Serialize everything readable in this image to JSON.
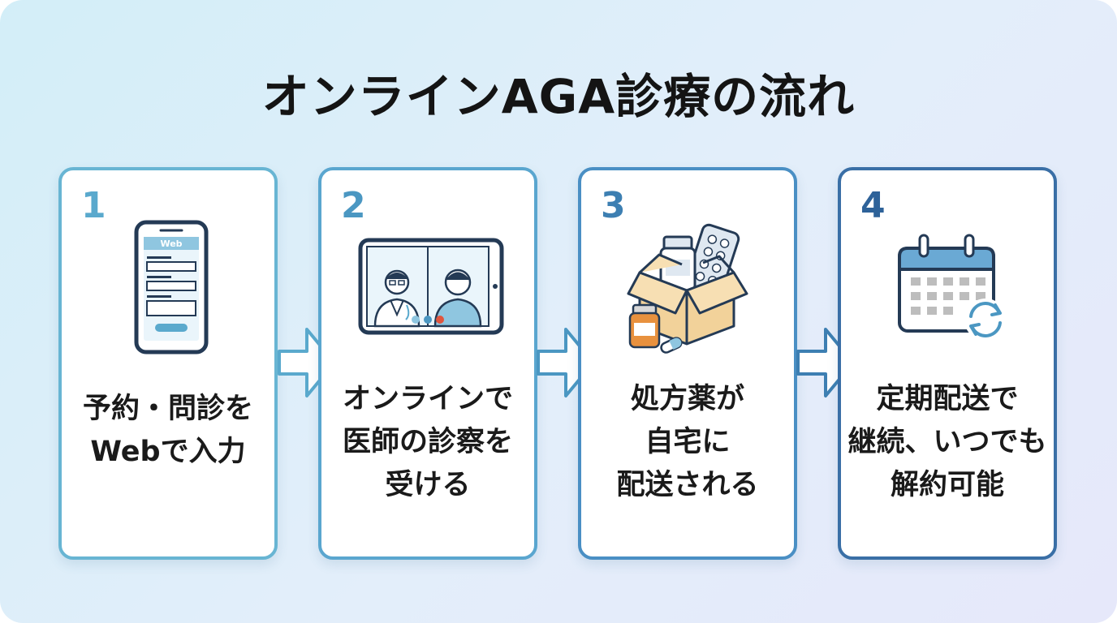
{
  "title": "オンラインAGA診療の流れ",
  "colors": {
    "step1": "#5aa9cd",
    "step2": "#4b97c2",
    "step3": "#3d7fb2",
    "step4": "#2e6299",
    "ink": "#243a55"
  },
  "steps": [
    {
      "number": "1",
      "icon": "smartphone-web-form-icon",
      "screen_label": "Web",
      "label_lines": [
        "予約・問診を",
        "Webで入力"
      ]
    },
    {
      "number": "2",
      "icon": "tablet-video-consultation-icon",
      "label_lines": [
        "オンラインで",
        "医師の診察を",
        "受ける"
      ]
    },
    {
      "number": "3",
      "icon": "medicine-box-delivery-icon",
      "label_lines": [
        "処方薬が",
        "自宅に",
        "配送される"
      ]
    },
    {
      "number": "4",
      "icon": "calendar-repeat-icon",
      "label_lines": [
        "定期配送で",
        "継続、いつでも",
        "解約可能"
      ]
    }
  ]
}
